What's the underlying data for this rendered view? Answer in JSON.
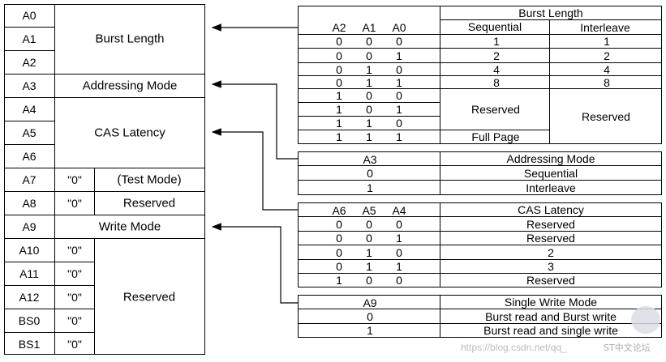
{
  "left_table": {
    "a0": "A0",
    "a1": "A1",
    "a2": "A2",
    "burst_length": "Burst Length",
    "a3": "A3",
    "addressing_mode": "Addressing Mode",
    "a4": "A4",
    "a5": "A5",
    "a6": "A6",
    "cas_latency": "CAS Latency",
    "a7": "A7",
    "a7_val": "\"0\"",
    "test_mode": "(Test Mode)",
    "a8": "A8",
    "a8_val": "\"0\"",
    "a8_reserved": "Reserved",
    "a9": "A9",
    "write_mode": "Write Mode",
    "a10": "A10",
    "a11": "A11",
    "a12": "A12",
    "bs0": "BS0",
    "bs1": "BS1",
    "zero": "\"0\"",
    "reserved_bottom": "Reserved"
  },
  "burst_table": {
    "title": "Burst Length",
    "h_a2": "A2",
    "h_a1": "A1",
    "h_a0": "A0",
    "h_seq": "Sequential",
    "h_int": "Interleave",
    "rows": [
      {
        "a2": "0",
        "a1": "0",
        "a0": "0",
        "seq": "1",
        "int": "1"
      },
      {
        "a2": "0",
        "a1": "0",
        "a0": "1",
        "seq": "2",
        "int": "2"
      },
      {
        "a2": "0",
        "a1": "1",
        "a0": "0",
        "seq": "4",
        "int": "4"
      },
      {
        "a2": "0",
        "a1": "1",
        "a0": "1",
        "seq": "8",
        "int": "8"
      },
      {
        "a2": "1",
        "a1": "0",
        "a0": "0"
      },
      {
        "a2": "1",
        "a1": "0",
        "a0": "1"
      },
      {
        "a2": "1",
        "a1": "1",
        "a0": "0"
      },
      {
        "a2": "1",
        "a1": "1",
        "a0": "1"
      }
    ],
    "seq_reserved": "Reserved",
    "full_page": "Full Page",
    "int_reserved": "Reserved"
  },
  "addr_table": {
    "h_a3": "A3",
    "h_mode": "Addressing Mode",
    "rows": [
      {
        "a3": "0",
        "mode": "Sequential"
      },
      {
        "a3": "1",
        "mode": "Interleave"
      }
    ]
  },
  "cas_table": {
    "h_a6": "A6",
    "h_a5": "A5",
    "h_a4": "A4",
    "h_lat": "CAS Latency",
    "rows": [
      {
        "a6": "0",
        "a5": "0",
        "a4": "0",
        "lat": "Reserved"
      },
      {
        "a6": "0",
        "a5": "0",
        "a4": "1",
        "lat": "Reserved"
      },
      {
        "a6": "0",
        "a5": "1",
        "a4": "0",
        "lat": "2"
      },
      {
        "a6": "0",
        "a5": "1",
        "a4": "1",
        "lat": "3"
      },
      {
        "a6": "1",
        "a5": "0",
        "a4": "0",
        "lat": "Reserved"
      }
    ]
  },
  "write_table": {
    "h_a9": "A9",
    "h_mode": "Single Write Mode",
    "rows": [
      {
        "a9": "0",
        "mode": "Burst read and Burst write"
      },
      {
        "a9": "1",
        "mode": "Burst read and single write"
      }
    ]
  },
  "watermark": "https://blog.csdn.net/qq_",
  "watermark2": "ST中文论坛"
}
